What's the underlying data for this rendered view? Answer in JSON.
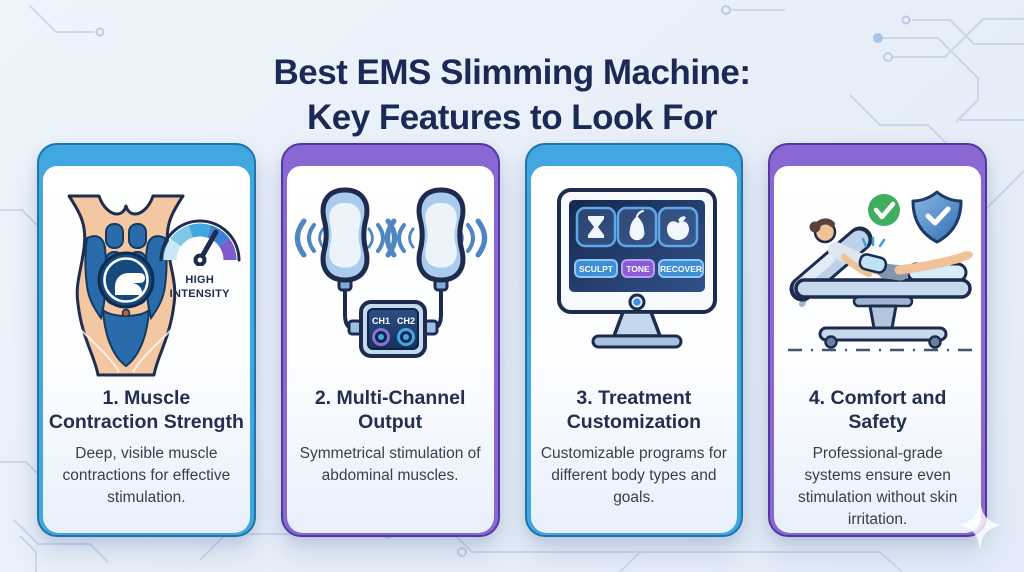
{
  "page_title": {
    "line1": "Best EMS Slimming Machine:",
    "line2": "Key Features to Look For"
  },
  "colors": {
    "background": "#e9f0f8",
    "title_text": "#1b2a55",
    "card_accent_blue": "#41a7e0",
    "card_border_blue": "#2273ab",
    "card_accent_purple": "#8a68d4",
    "card_border_purple": "#53399f",
    "success_green": "#3fae5e",
    "shield_blue": "#3f7fc4"
  },
  "cards": [
    {
      "title_line1": "1. Muscle",
      "title_line2": "Contraction Strength",
      "description": "Deep, visible muscle contractions for effective stimulation.",
      "illustration": {
        "name": "abdominal-muscles-with-intensity-gauge",
        "gauge_label_line1": "HIGH",
        "gauge_label_line2": "INTENSITY"
      }
    },
    {
      "title_line1": "2. Multi-Channel",
      "title_line2": "Output",
      "description": "Symmetrical stimulation of abdominal muscles.",
      "illustration": {
        "name": "dual-ems-pads-with-control-box",
        "channel_labels": [
          "CH1",
          "CH2"
        ]
      }
    },
    {
      "title_line1": "3. Treatment",
      "title_line2": "Customization",
      "description": "Customizable programs for different body types and goals.",
      "illustration": {
        "name": "monitor-with-program-buttons",
        "program_buttons": [
          "SCULPT",
          "TONE",
          "RECOVER"
        ]
      }
    },
    {
      "title_line1": "4. Comfort and",
      "title_line2": "Safety",
      "description": "Professional-grade systems ensure even stimulation without skin irritation.",
      "illustration": {
        "name": "patient-on-treatment-bed-with-safety-check"
      }
    }
  ]
}
